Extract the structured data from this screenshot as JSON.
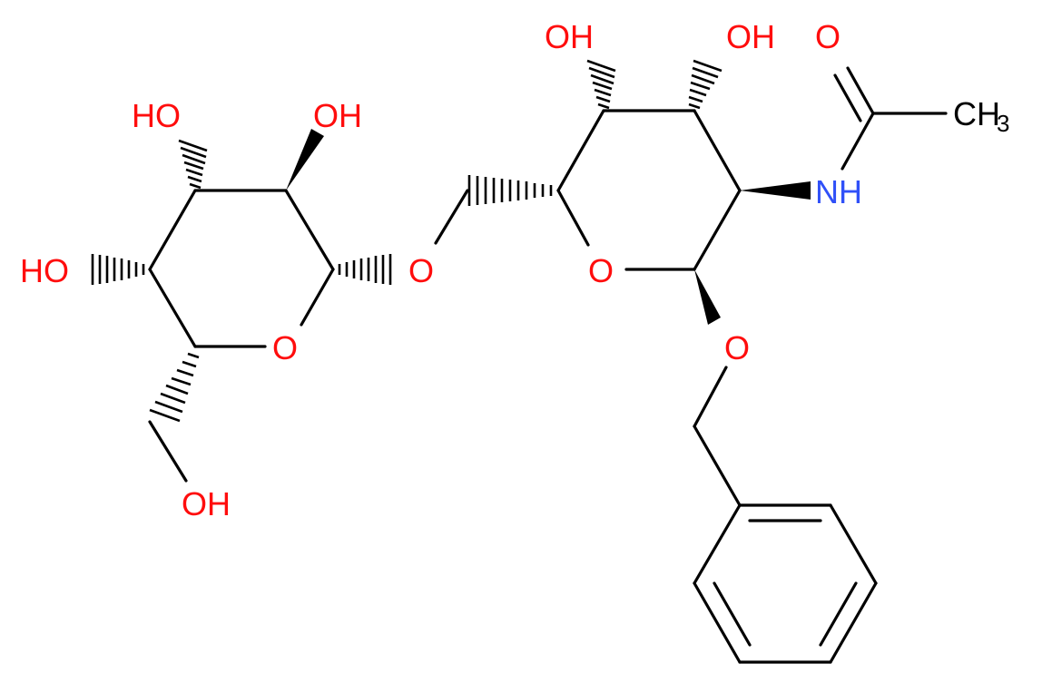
{
  "colors": {
    "oxygen": "#ff0d0d",
    "nitrogen": "#3050f8",
    "carbon": "#000000",
    "background": "#ffffff"
  },
  "atoms": {
    "oh_left_ring_c4": "HO",
    "oh_left_ring_c3": "HO",
    "oh_left_ring_c2": "OH",
    "oh_left_ring_c6": "OH",
    "o_left_ring": "O",
    "o_glycosidic": "O",
    "o_right_ring": "O",
    "oh_right_ring_c4": "OH",
    "oh_right_ring_c3": "OH",
    "o_carbonyl": "O",
    "nh_amide": "NH",
    "ch3_main": "CH",
    "ch3_sub": "3",
    "o_benzyl": "O"
  }
}
